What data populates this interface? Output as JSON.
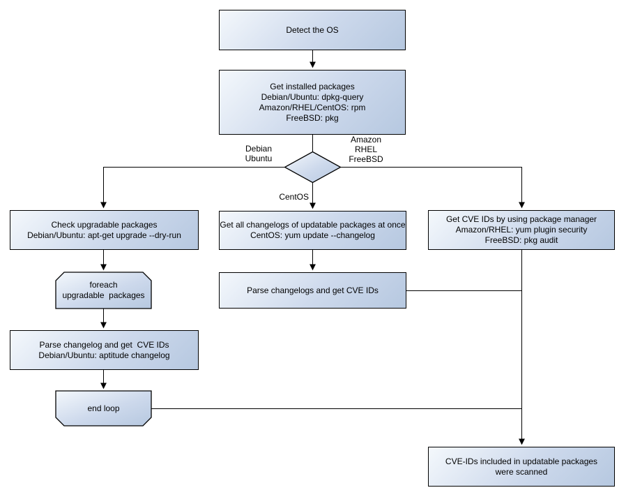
{
  "diagram": {
    "type": "flowchart",
    "background_color": "#ffffff",
    "node_fill_light": "#f4f8fc",
    "node_fill_dark": "#b6c8e0",
    "node_border_color": "#000000",
    "connector_color": "#000000",
    "nodes": {
      "detect_os": "Detect the OS",
      "get_installed": "Get installed packages\nDebian/Ubuntu: dpkg-query\nAmazon/RHEL/CentOS: rpm\nFreeBSD: pkg",
      "check_upgradable": "Check upgradable packages\nDebian/Ubuntu: apt-get upgrade --dry-run",
      "foreach_loop": "foreach\nupgradable  packages",
      "parse_changelog_left": "Parse changelog and get  CVE IDs\nDebian/Ubuntu: aptitude changelog",
      "end_loop": "end loop",
      "get_changelogs_mid": "Get all changelogs of updatable packages at once\nCentOS: yum update --changelog",
      "parse_changelogs_mid": "Parse changelogs and get CVE IDs",
      "get_cve_right": "Get CVE IDs by using package manager\nAmazon/RHEL: yum plugin security\nFreeBSD: pkg audit",
      "scanned": "CVE-IDs included in updatable packages\nwere scanned"
    },
    "edge_labels": {
      "debian_ubuntu": "Debian\nUbuntu",
      "amazon_rhel_freebsd": "Amazon\nRHEL\nFreeBSD",
      "centos": "CentOS"
    },
    "edges": [
      {
        "from": "detect_os",
        "to": "get_installed",
        "label": ""
      },
      {
        "from": "get_installed",
        "to": "os_decision",
        "label": ""
      },
      {
        "from": "os_decision",
        "to": "check_upgradable",
        "label": "Debian Ubuntu"
      },
      {
        "from": "os_decision",
        "to": "get_changelogs_mid",
        "label": "CentOS"
      },
      {
        "from": "os_decision",
        "to": "get_cve_right",
        "label": "Amazon RHEL FreeBSD"
      },
      {
        "from": "check_upgradable",
        "to": "foreach_loop",
        "label": ""
      },
      {
        "from": "foreach_loop",
        "to": "parse_changelog_left",
        "label": ""
      },
      {
        "from": "parse_changelog_left",
        "to": "end_loop",
        "label": ""
      },
      {
        "from": "get_changelogs_mid",
        "to": "parse_changelogs_mid",
        "label": ""
      },
      {
        "from": "parse_changelogs_mid",
        "to": "scanned",
        "label": ""
      },
      {
        "from": "end_loop",
        "to": "scanned",
        "label": ""
      },
      {
        "from": "get_cve_right",
        "to": "scanned",
        "label": ""
      }
    ]
  }
}
